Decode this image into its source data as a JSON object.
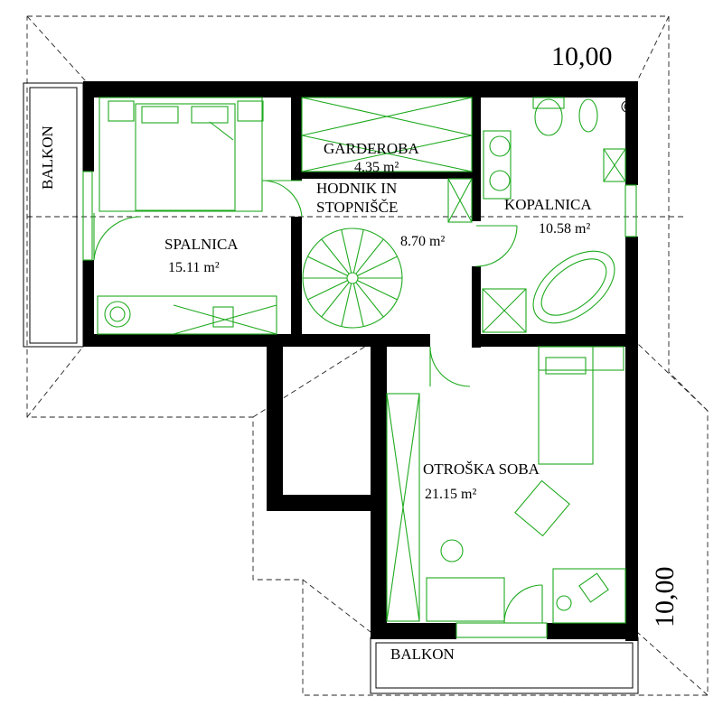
{
  "dimensions": {
    "width_label": "10,00",
    "height_label": "10,00"
  },
  "rooms": {
    "spalnica": {
      "name": "SPALNICA",
      "area": "15.11 m²"
    },
    "garderoba": {
      "name": "GARDEROBA",
      "area": "4.35 m²"
    },
    "hodnik": {
      "name_line1": "HODNIK IN",
      "name_line2": "STOPNIŠČE",
      "area": "8.70 m²"
    },
    "kopalnica": {
      "name": "KOPALNICA",
      "area": "10.58 m²"
    },
    "otroska_soba": {
      "name": "OTROŠKA SOBA",
      "area": "21.15 m²"
    },
    "balkon_west": {
      "name": "BALKON"
    },
    "balkon_south": {
      "name": "BALKON"
    }
  },
  "colors": {
    "walls": "#000000",
    "furniture": "#1faa1f",
    "roof_outline": "#222222"
  }
}
